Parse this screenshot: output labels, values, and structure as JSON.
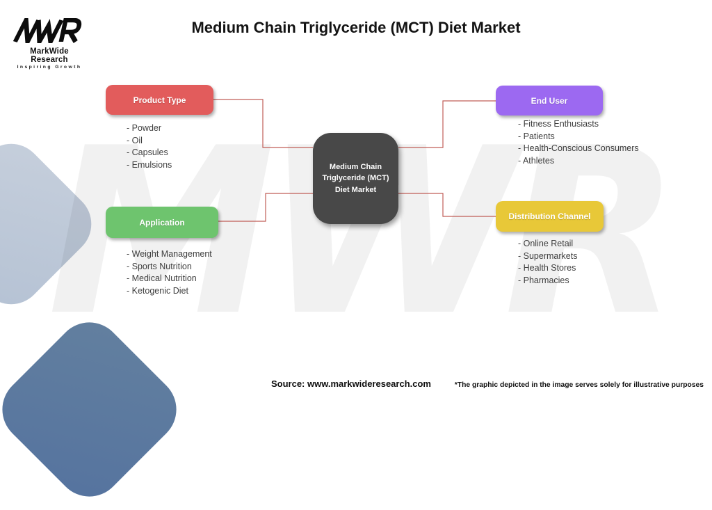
{
  "logo": {
    "acronym": "MWR",
    "name": "MarkWide Research",
    "tagline": "Inspiring Growth"
  },
  "title": "Medium Chain Triglyceride (MCT) Diet Market",
  "watermark": "MWR",
  "center_node": {
    "lines": [
      "Medium Chain",
      "Triglyceride (MCT)",
      "Diet Market"
    ]
  },
  "branches": {
    "product_type": {
      "label": "Product Type",
      "color": "#e25c5c",
      "items": [
        "- Powder",
        "- Oil",
        "- Capsules",
        "- Emulsions"
      ]
    },
    "application": {
      "label": "Application",
      "color": "#6ec46e",
      "items": [
        "- Weight Management",
        "- Sports Nutrition",
        "- Medical Nutrition",
        "- Ketogenic Diet"
      ]
    },
    "end_user": {
      "label": "End User",
      "color": "#9c69f1",
      "items": [
        "- Fitness Enthusiasts",
        "- Patients",
        "- Health-Conscious Consumers",
        "- Athletes"
      ]
    },
    "distribution_channel": {
      "label": "Distribution Channel",
      "color": "#e8c838",
      "items": [
        "- Online Retail",
        "- Supermarkets",
        "- Health Stores",
        "- Pharmacies"
      ]
    }
  },
  "colors": {
    "center_node": "#484848",
    "connector": "#c05d57",
    "shape_light": "#bdc8d8",
    "shape_dark": "#5b78a3"
  },
  "footer": {
    "source": "Source: www.markwideresearch.com",
    "disclaimer": "*The graphic depicted in the image serves solely for illustrative purposes"
  }
}
